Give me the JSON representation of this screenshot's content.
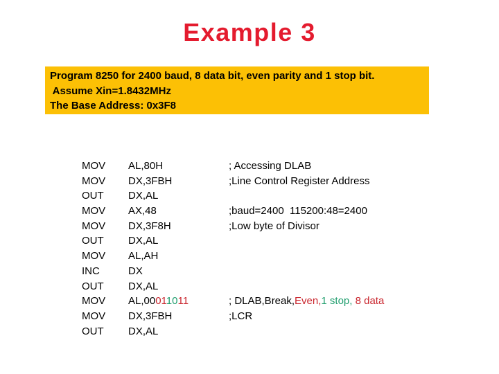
{
  "title": "Example 3",
  "colors": {
    "title_red": "#E41B2E",
    "code_red": "#C9252D",
    "code_green": "#1F9D6D",
    "box_yellow": "#FCC005",
    "text_black": "#000000"
  },
  "info_box": {
    "lines": [
      "Program 8250 for 2400 baud, 8 data bit, even parity and 1 stop bit.",
      " Assume Xin=1.8432MHz",
      "The Base Address: 0x3F8"
    ]
  },
  "code": {
    "rows": [
      {
        "op": "MOV",
        "operand": [
          {
            "t": "AL,80H"
          }
        ],
        "comment": [
          {
            "t": "; Accessing DLAB"
          }
        ]
      },
      {
        "op": "MOV",
        "operand": [
          {
            "t": "DX,3FBH"
          }
        ],
        "comment": [
          {
            "t": ";Line Control Register Address"
          }
        ]
      },
      {
        "op": "OUT",
        "operand": [
          {
            "t": "DX,AL"
          }
        ],
        "comment": []
      },
      {
        "op": "MOV",
        "operand": [
          {
            "t": "AX,48"
          }
        ],
        "comment": [
          {
            "t": ";baud=2400  115200:48=2400"
          }
        ]
      },
      {
        "op": "MOV",
        "operand": [
          {
            "t": "DX,3F8H"
          }
        ],
        "comment": [
          {
            "t": ";Low byte of Divisor"
          }
        ]
      },
      {
        "op": "OUT",
        "operand": [
          {
            "t": "DX,AL"
          }
        ],
        "comment": []
      },
      {
        "op": "MOV",
        "operand": [
          {
            "t": "AL,AH"
          }
        ],
        "comment": []
      },
      {
        "op": "INC",
        "operand": [
          {
            "t": "DX"
          }
        ],
        "comment": []
      },
      {
        "op": "OUT",
        "operand": [
          {
            "t": "DX,AL"
          }
        ],
        "comment": []
      },
      {
        "op": "MOV",
        "operand": [
          {
            "t": "AL,00"
          },
          {
            "t": "01",
            "c": "code_red"
          },
          {
            "t": "10",
            "c": "code_green"
          },
          {
            "t": "11",
            "c": "code_red"
          }
        ],
        "comment": [
          {
            "t": "; DLAB,Break,"
          },
          {
            "t": "Even,",
            "c": "code_red"
          },
          {
            "t": "1 stop,",
            "c": "code_green"
          },
          {
            "t": " 8 data",
            "c": "code_red"
          }
        ]
      },
      {
        "op": "MOV",
        "operand": [
          {
            "t": "DX,3FBH"
          }
        ],
        "comment": [
          {
            "t": ";LCR"
          }
        ]
      },
      {
        "op": "OUT",
        "operand": [
          {
            "t": "DX,AL"
          }
        ],
        "comment": []
      }
    ]
  }
}
